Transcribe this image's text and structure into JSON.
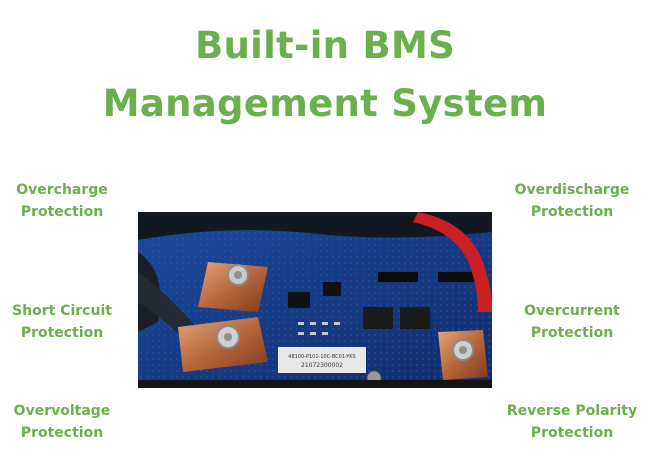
{
  "title": {
    "line1": "Built-in BMS",
    "line2": "Management System"
  },
  "features": {
    "overcharge": {
      "line1": "Overcharge",
      "line2": "Protection"
    },
    "overdischarge": {
      "line1": "Overdischarge",
      "line2": "Protection"
    },
    "short_circuit": {
      "line1": "Short Circuit",
      "line2": "Protection"
    },
    "overcurrent": {
      "line1": "Overcurrent",
      "line2": "Protection"
    },
    "overvoltage": {
      "line1": "Overvoltage",
      "line2": "Protection"
    },
    "reverse_polarity": {
      "line1": "Reverse Polarity",
      "line2": "Protection"
    }
  },
  "photo": {
    "label_line1": "48100-P101-10C-BC01-YKS",
    "label_line2": "21072300002"
  },
  "colors": {
    "accent_green": "#6ab04c",
    "board_blue": "#1a3f8f"
  }
}
